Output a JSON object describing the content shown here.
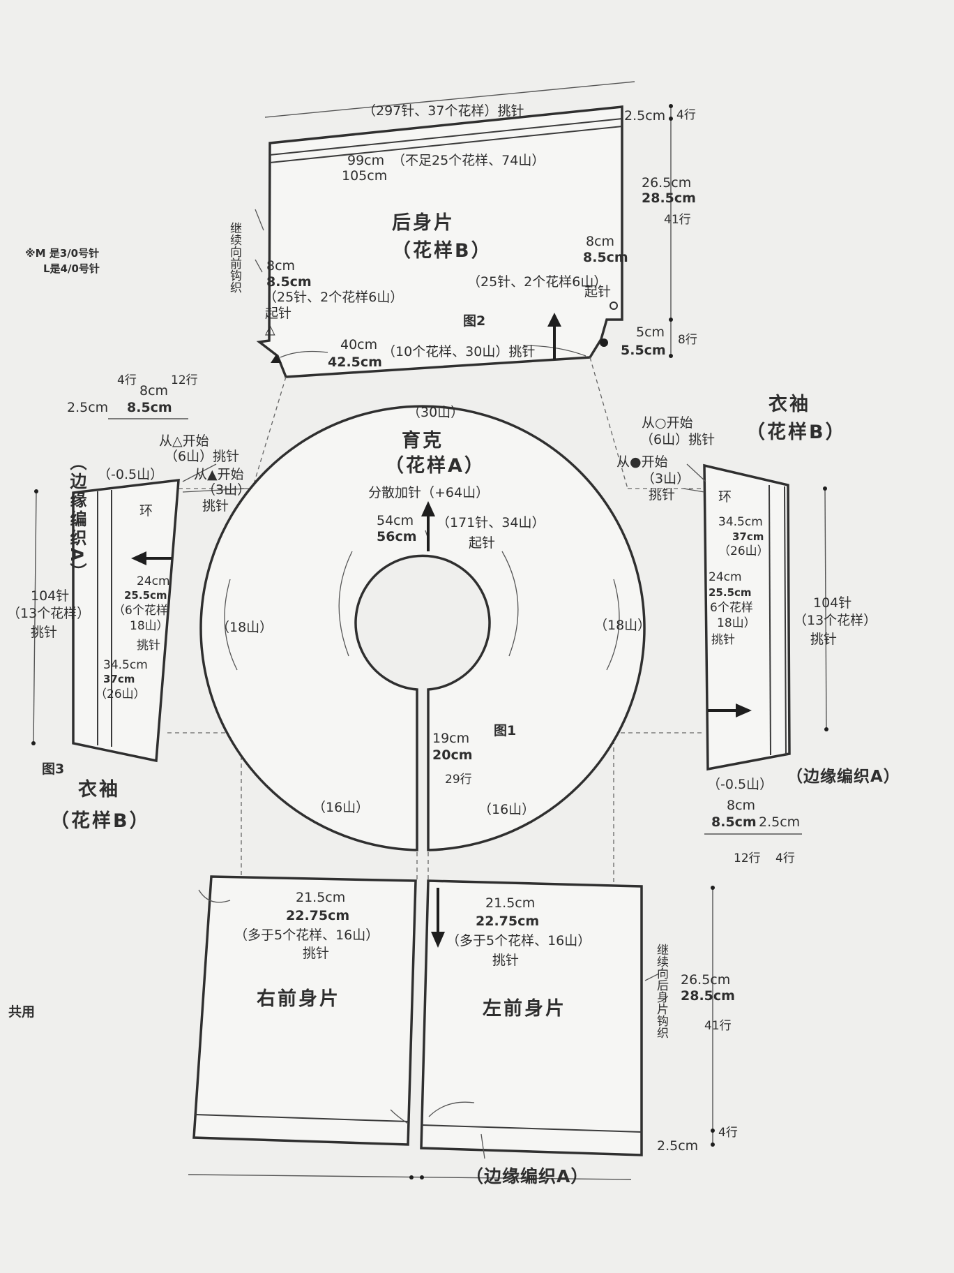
{
  "note": {
    "line1": "※M 是3/0号针",
    "line2": "L是4/0号针",
    "shared": "共用"
  },
  "back_body": {
    "title": "后身片",
    "pattern": "（花样B）",
    "figure": "图2",
    "top_pickup": "（297针、37个花样）挑针",
    "width_m": "99cm",
    "width_l": "105cm",
    "width_detail": "（不足25个花样、74山）",
    "side_note": "继续向前钩织",
    "left_m": "8cm",
    "left_l": "8.5cm",
    "left_detail": "（25针、2个花样6山）",
    "left_start": "起针",
    "right_m": "8cm",
    "right_l": "8.5cm",
    "right_detail": "（25针、2个花样6山）",
    "right_start": "起针",
    "bottom_m": "40cm",
    "bottom_l": "42.5cm",
    "bottom_detail": "（10个花样、30山）挑针",
    "edge_h": "2.5cm",
    "edge_rows": "4行",
    "height_m": "26.5cm",
    "height_l": "28.5cm",
    "height_rows": "41行",
    "notch_m": "5cm",
    "notch_l": "5.5cm",
    "notch_rows": "8行"
  },
  "yoke": {
    "title": "育克",
    "pattern": "（花样A）",
    "increase": "分散加针（+64山）",
    "top": "（30山）",
    "depth_m": "54cm",
    "depth_l": "56cm",
    "cast_on": "（171针、34山）",
    "cast_on_label": "起针",
    "left_side": "（18山）",
    "right_side": "（18山）",
    "bottom_left": "（16山）",
    "bottom_right": "（16山）",
    "opening_m": "19cm",
    "opening_l": "20cm",
    "opening_rows": "29行",
    "figure": "图1"
  },
  "left_sleeve": {
    "title": "衣袖",
    "pattern": "（花样B）",
    "figure": "图3",
    "edge_label": "（边缘编织A）",
    "dec": "（-0.5山）",
    "loop": "环",
    "start_tri": "从△开始",
    "start_tri_detail": "（6山）挑针",
    "start_fill_tri": "从▲开始",
    "start_fill_detail": "（3山）",
    "start_fill_pick": "挑针",
    "top_w1": "2.5cm",
    "top_r1": "4行",
    "top_w2_m": "8cm",
    "top_w2_l": "8.5cm",
    "top_r2": "12行",
    "stitches": "104针",
    "patterns": "（13个花样）",
    "pickup": "挑针",
    "mid_m": "24cm",
    "mid_l": "25.5cm",
    "mid_detail": "（6个花样",
    "mid_detail2": "18山）",
    "mid_pick": "挑针",
    "low_m": "34.5cm",
    "low_l": "37cm",
    "low_detail": "（26山）"
  },
  "right_sleeve": {
    "title": "衣袖",
    "pattern": "（花样B）",
    "edge_label": "（边缘编织A）",
    "dec": "（-0.5山）",
    "loop": "环",
    "start_circle": "从○开始",
    "start_circle_detail": "（6山）挑针",
    "start_dot": "从●开始",
    "start_dot_detail": "（3山）",
    "start_dot_pick": "挑针",
    "up_m": "34.5cm",
    "up_l": "37cm",
    "up_detail": "（26山）",
    "mid_m": "24cm",
    "mid_l": "25.5cm",
    "mid_detail": "6个花样",
    "mid_detail2": "18山）",
    "mid_pick": "挑针",
    "stitches": "104针",
    "patterns": "（13个花样）",
    "pickup": "挑针",
    "bot_w_m": "8cm",
    "bot_w_l": "8.5cm",
    "bot_w2": "2.5cm",
    "bot_r1": "12行",
    "bot_r2": "4行"
  },
  "right_front": {
    "title": "右前身片",
    "width_m": "21.5cm",
    "width_l": "22.75cm",
    "detail": "（多于5个花样、16山）",
    "pickup": "挑针"
  },
  "left_front": {
    "title": "左前身片",
    "width_m": "21.5cm",
    "width_l": "22.75cm",
    "detail": "（多于5个花样、16山）",
    "pickup": "挑针",
    "side_note": "继续向后身片钩织",
    "height_m": "26.5cm",
    "height_l": "28.5cm",
    "height_rows": "41行",
    "edge_h": "2.5cm",
    "edge_rows": "4行"
  },
  "front_edge": "（边缘编织A）"
}
